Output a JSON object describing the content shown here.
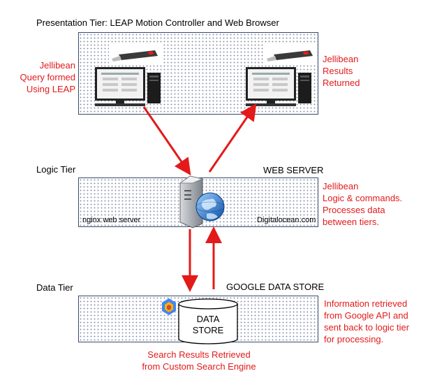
{
  "presentation": {
    "title": "Presentation Tier: LEAP Motion Controller and Web Browser",
    "left_note": [
      "Jellibean",
      "Query formed",
      "Using LEAP"
    ],
    "right_note": [
      "Jellibean",
      "Results",
      "Returned"
    ]
  },
  "logic": {
    "title": "Logic Tier",
    "server_title": "WEB SERVER",
    "left_label": "nginx web server",
    "right_label": "Digitalocean.com",
    "note": [
      "Jellibean",
      "Logic & commands.",
      "Processes data",
      "between tiers."
    ]
  },
  "data": {
    "title": "Data Tier",
    "store_title": "GOOGLE DATA STORE",
    "store_label": [
      "DATA",
      "STORE"
    ],
    "note": [
      "Information retrieved",
      "from Google API and",
      "sent back to logic tier",
      "for processing."
    ],
    "bottom_note": [
      "Search Results Retrieved",
      "from Custom Search Engine"
    ]
  },
  "colors": {
    "accent": "#e31a1a",
    "panel_border": "#3a4a6a"
  }
}
